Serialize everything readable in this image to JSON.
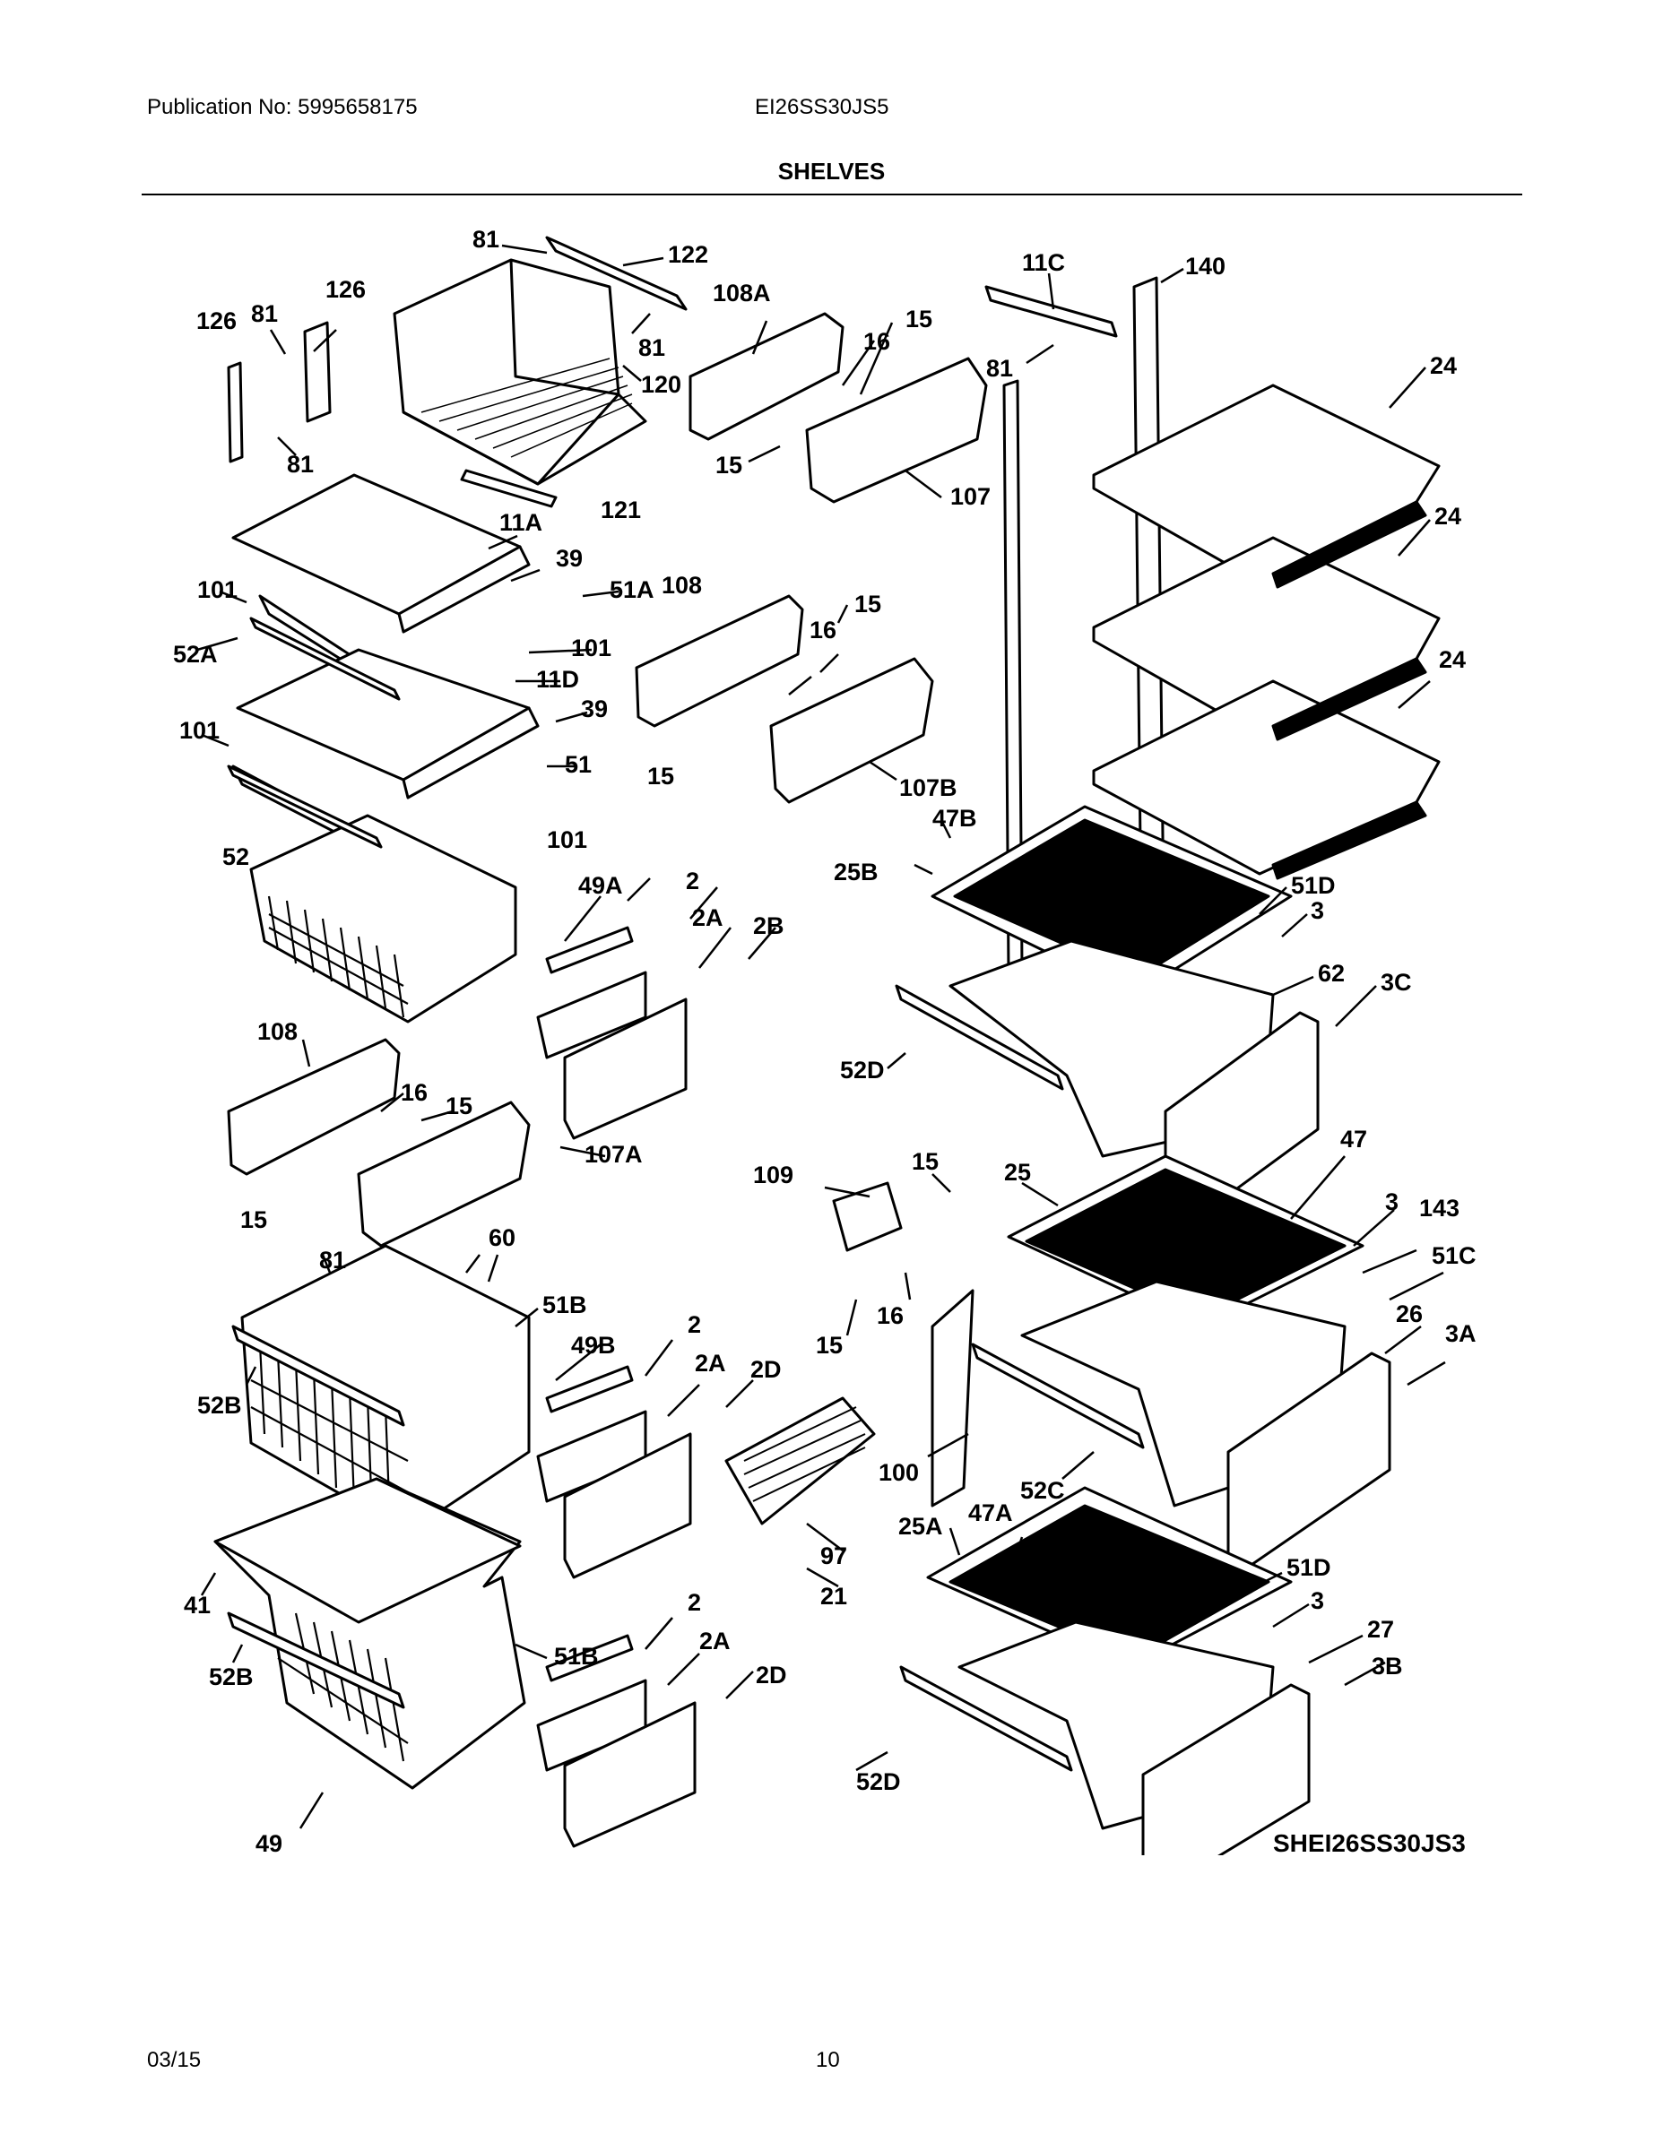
{
  "header": {
    "publication": "Publication No: 5995658175",
    "model": "EI26SS30JS5",
    "section_title": "SHELVES"
  },
  "diagram": {
    "id": "SHEI26SS30JS3",
    "callouts": [
      "81",
      "122",
      "126",
      "81",
      "126",
      "81",
      "81",
      "120",
      "121",
      "108A",
      "16",
      "15",
      "15",
      "107",
      "11C",
      "81",
      "140",
      "24",
      "11A",
      "39",
      "101",
      "51A",
      "52A",
      "101",
      "11D",
      "101",
      "39",
      "51",
      "52",
      "101",
      "108",
      "16",
      "15",
      "15",
      "107B",
      "24",
      "24",
      "47B",
      "25B",
      "51D",
      "3",
      "62",
      "3C",
      "52D",
      "49A",
      "2",
      "2A",
      "2B",
      "108",
      "16",
      "15",
      "15",
      "107A",
      "109",
      "15",
      "16",
      "15",
      "25",
      "47",
      "3",
      "143",
      "51C",
      "26",
      "3A",
      "81",
      "60",
      "51B",
      "49B",
      "52B",
      "2",
      "2A",
      "2D",
      "100",
      "52C",
      "97",
      "21",
      "25A",
      "47A",
      "51D",
      "3",
      "27",
      "3B",
      "52D",
      "41",
      "52B",
      "51B",
      "2",
      "2A",
      "2D",
      "49"
    ]
  },
  "footer": {
    "date": "03/15",
    "page": "10"
  }
}
